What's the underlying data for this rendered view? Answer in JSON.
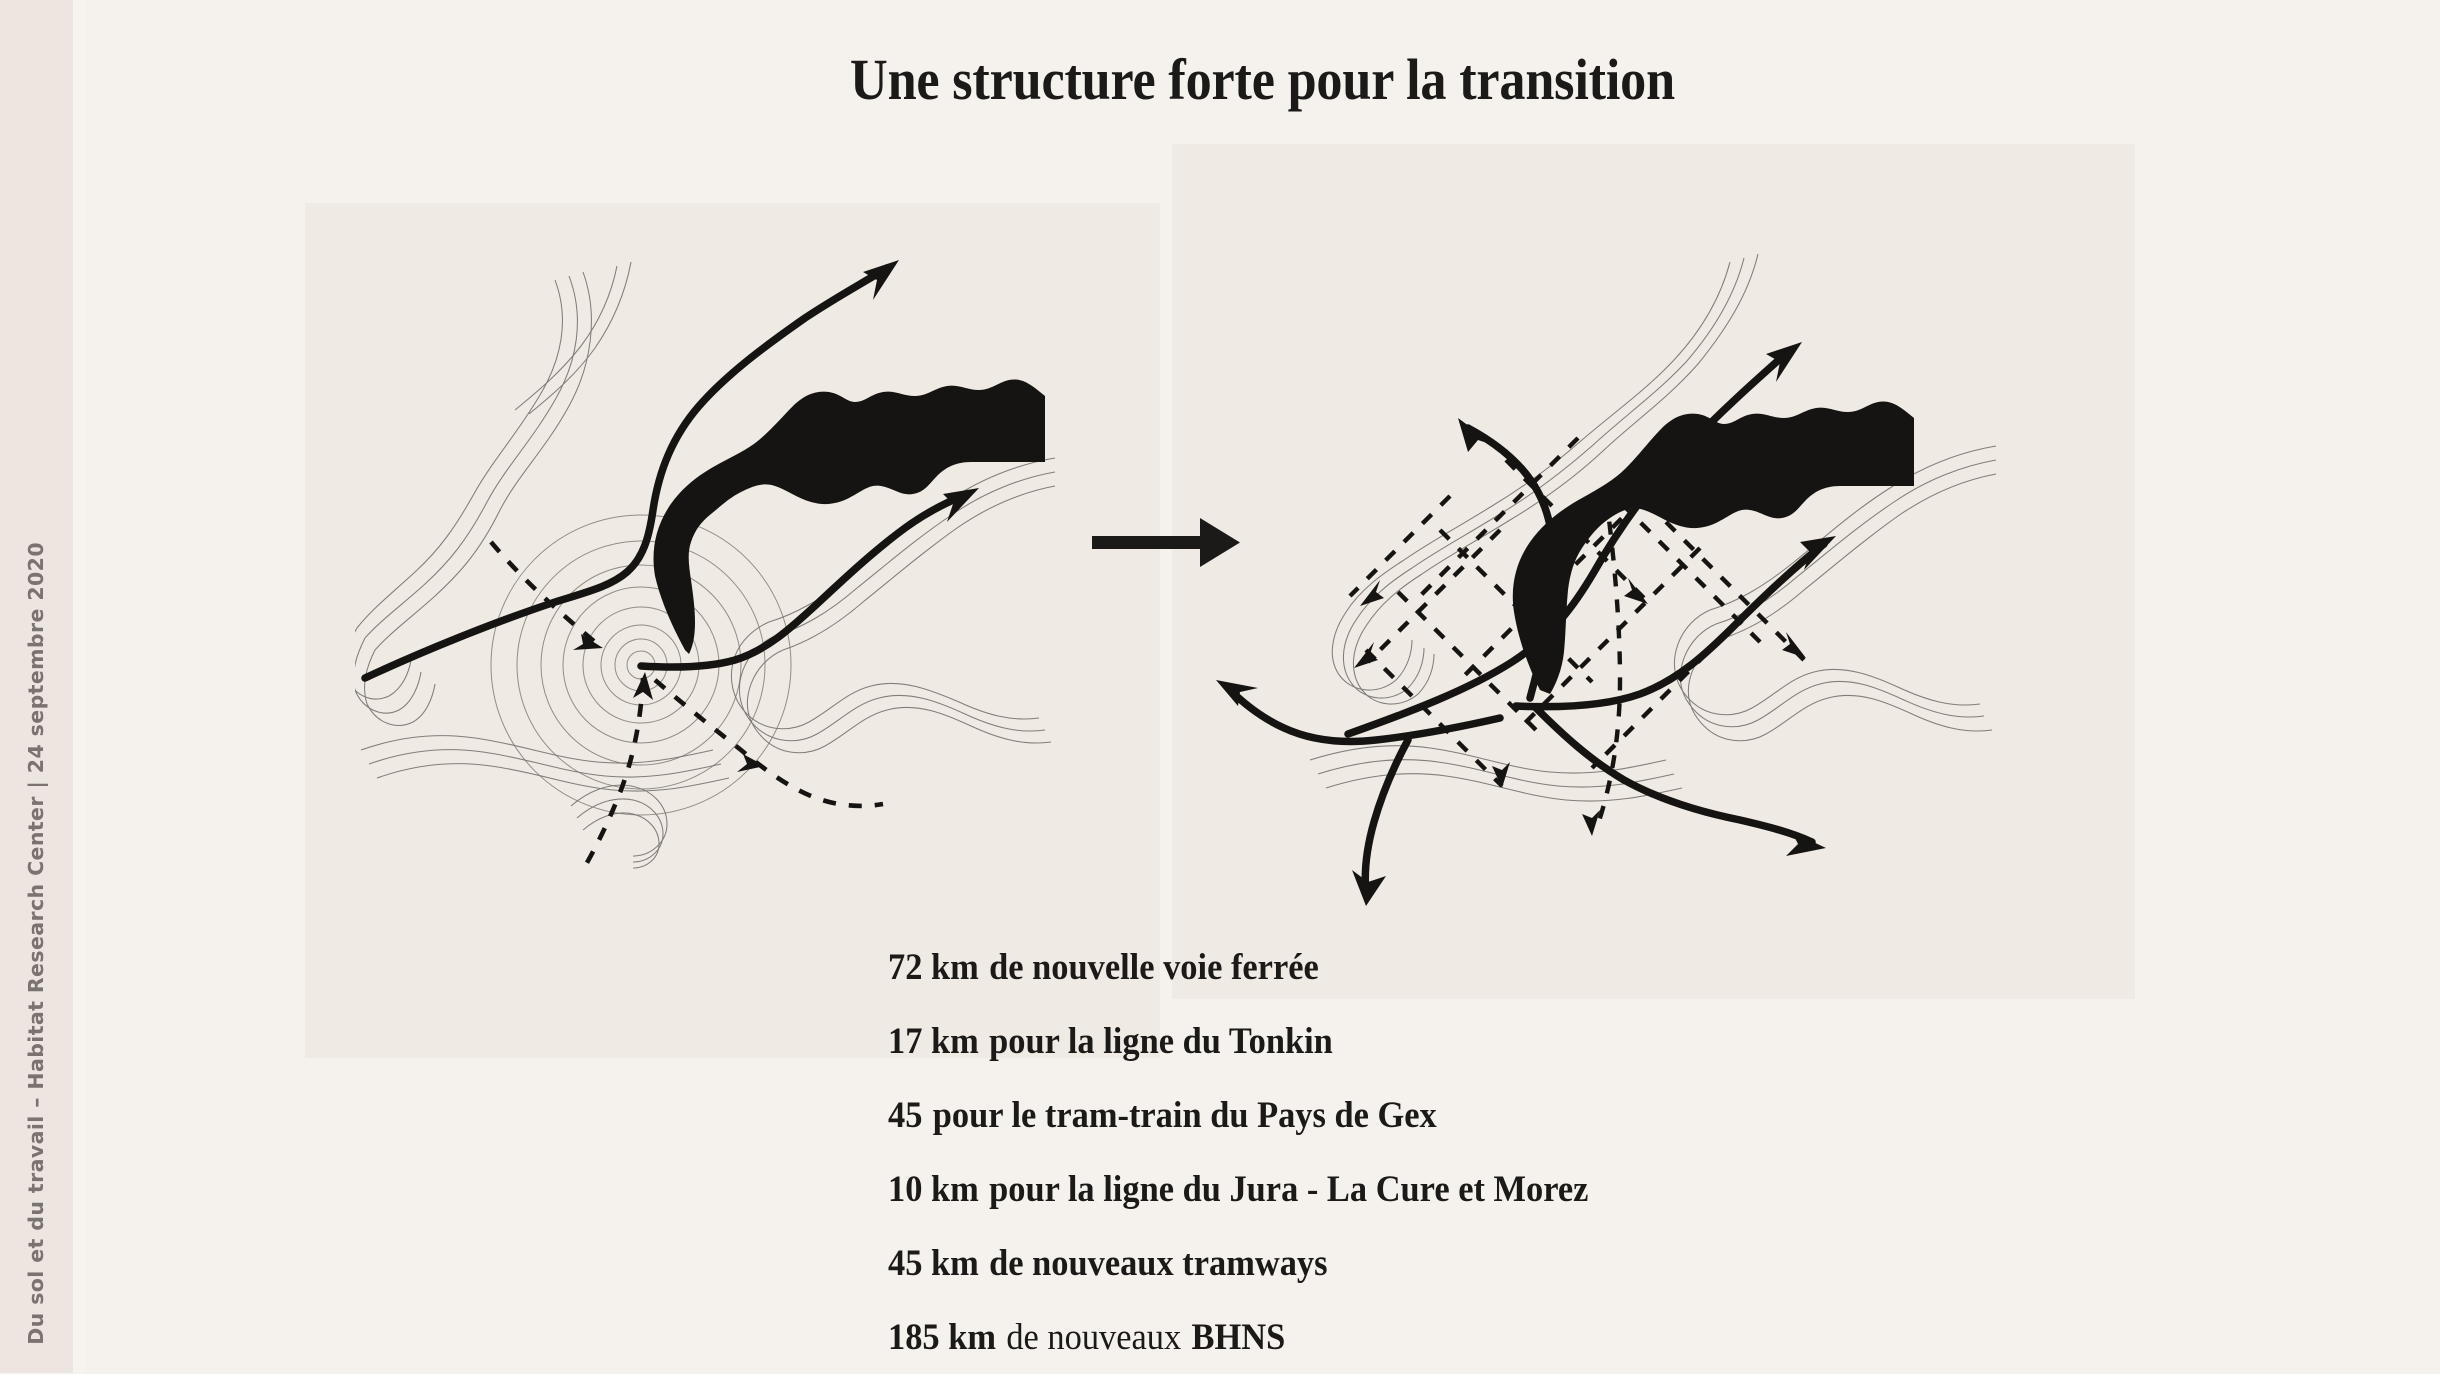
{
  "slide": {
    "title": "Une structure forte pour la transition",
    "background_color": "#f5f2ed",
    "panel_color": "#efeae3",
    "ink_color": "#1b1a18",
    "band_color": "#ece5e0"
  },
  "sidebar": {
    "caption": "Du sol et du travail – Habitat Research Center |  24 septembre 2020",
    "text_color": "#7b7370"
  },
  "diagram": {
    "before_label": "before-network-map",
    "after_label": "after-network-map",
    "transition_arrow": "arrow-right-icon"
  },
  "metrics": [
    {
      "value": "72 km",
      "rest": "de nouvelle voie ferrée",
      "rest_weight": "strong"
    },
    {
      "value": "17 km",
      "rest": "pour la ligne du Tonkin",
      "rest_weight": "strong"
    },
    {
      "value": "45",
      "rest": "pour le tram-train du Pays de Gex",
      "rest_weight": "strong"
    },
    {
      "value": "10 km",
      "rest": "pour la ligne du Jura - La Cure et Morez",
      "rest_weight": "strong"
    },
    {
      "value": "45 km",
      "rest": "de nouveaux tramways",
      "rest_weight": "strong"
    },
    {
      "value": "185 km",
      "rest": "de nouveaux",
      "rest_weight": "light",
      "tail": "BHNS"
    }
  ]
}
